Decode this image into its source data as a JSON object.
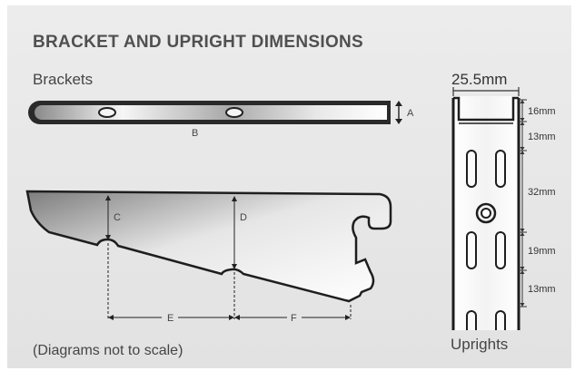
{
  "title": "BRACKET AND UPRIGHT DIMENSIONS",
  "brackets_label": "Brackets",
  "uprights_label": "Uprights",
  "note": "(Diagrams not to scale)",
  "upright_width": "25.5mm",
  "bracket_labels": {
    "a": "A",
    "b": "B",
    "c": "C",
    "d": "D",
    "e": "E",
    "f": "F"
  },
  "upright_dimensions": {
    "top_lip": "16mm",
    "to_first_slot": "13mm",
    "slot_pitch": "32mm",
    "slot_length": "19mm",
    "slot_gap": "13mm"
  }
}
